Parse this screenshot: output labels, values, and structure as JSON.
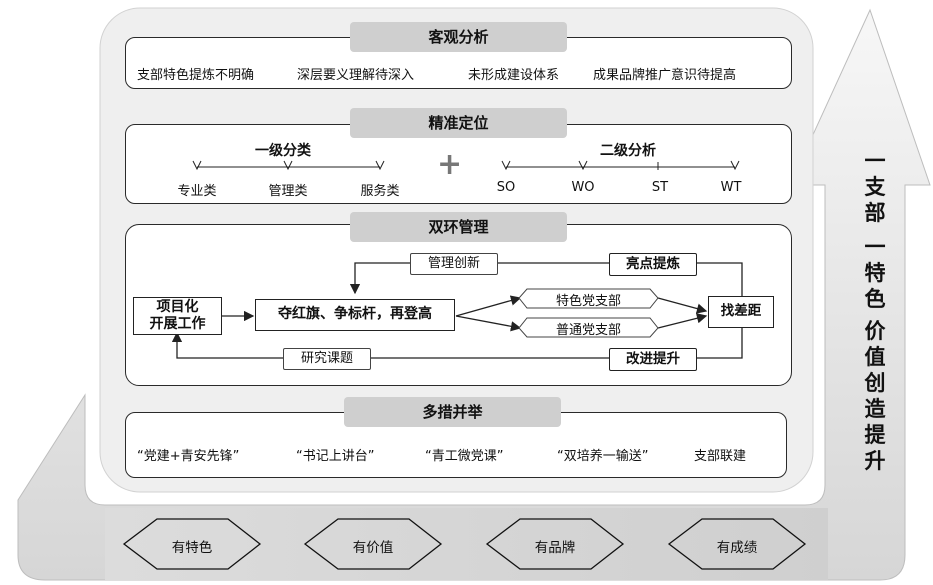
{
  "objective_analysis": {
    "title": "客观分析",
    "items": [
      "支部特色提炼不明确",
      "深层要义理解待深入",
      "未形成建设体系",
      "成果品牌推广意识待提高"
    ]
  },
  "precise_positioning": {
    "title": "精准定位",
    "level1_title": "一级分类",
    "level1_items": [
      "专业类",
      "管理类",
      "服务类"
    ],
    "plus": "+",
    "level2_title": "二级分析",
    "level2_items": [
      "SO",
      "WO",
      "ST",
      "WT"
    ]
  },
  "dual_loop": {
    "title": "双环管理",
    "start_box": "项目化\n开展工作",
    "main_box": "夺红旗、争标杆，再登高",
    "branch_special": "特色党支部",
    "branch_normal": "普通党支部",
    "gap_box": "找差距",
    "top_label": "管理创新",
    "top_bold_label": "亮点提炼",
    "bottom_label": "研究课题",
    "bottom_bold_label": "改进提升"
  },
  "multi_measures": {
    "title": "多措并举",
    "items": [
      "“党建+青安先锋”",
      "“书记上讲台”",
      "“青工微党课”",
      "“双培养一输送”",
      "支部联建"
    ]
  },
  "side_text": {
    "line1": [
      "一",
      "支",
      "部",
      " ",
      "一",
      "特",
      "色"
    ],
    "line2": [
      "价",
      "值",
      "创",
      "造",
      "提",
      "升"
    ]
  },
  "bottom_diamonds": [
    "有特色",
    "有价值",
    "有品牌",
    "有成绩"
  ]
}
